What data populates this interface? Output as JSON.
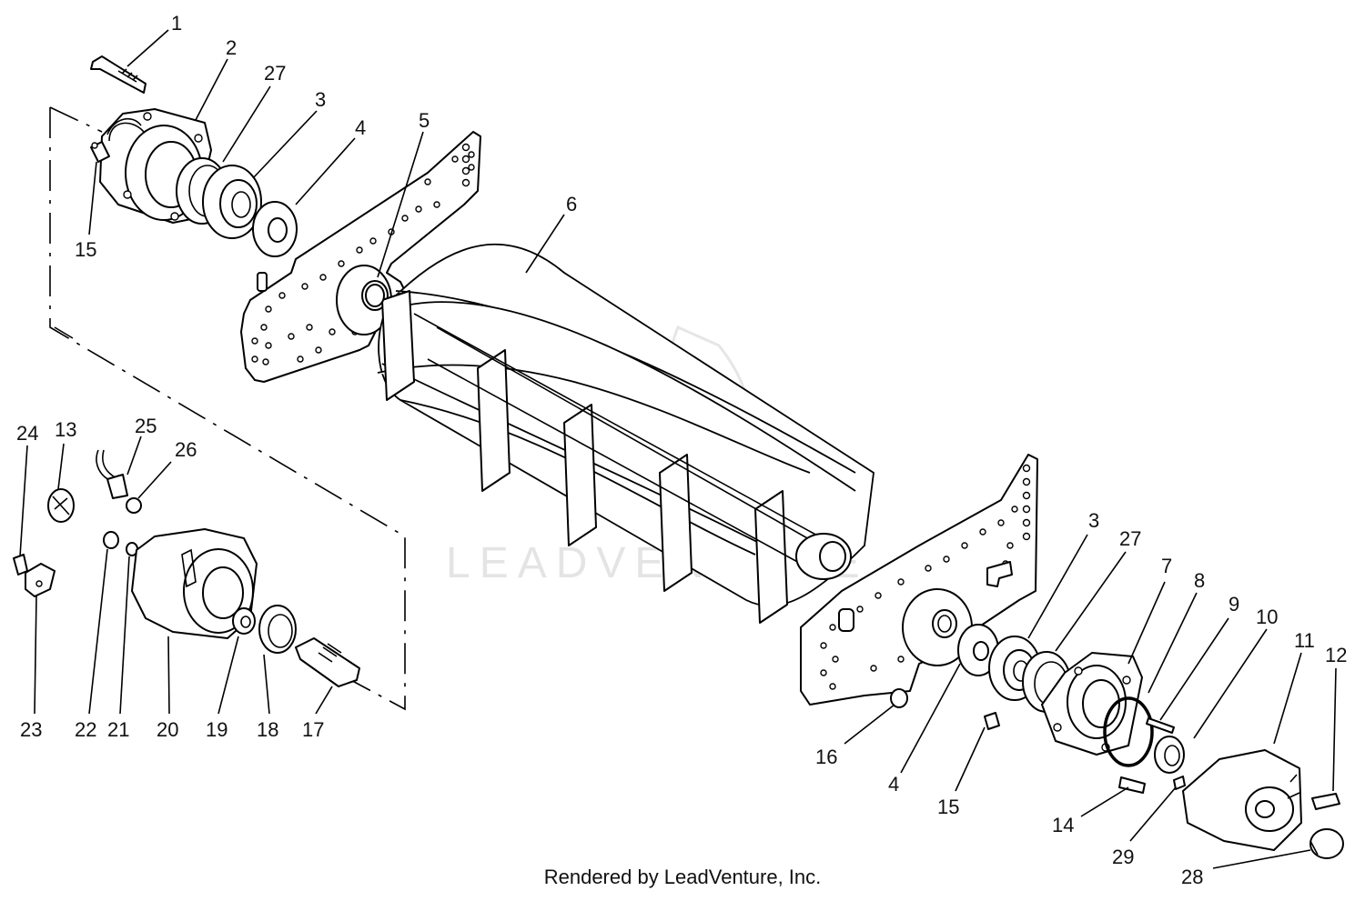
{
  "watermark": "LEADVENTURE",
  "footer": "Rendered by LeadVenture, Inc.",
  "callouts": [
    "1",
    "2",
    "27",
    "3",
    "4",
    "5",
    "6",
    "15",
    "24",
    "13",
    "25",
    "26",
    "23",
    "22",
    "21",
    "20",
    "19",
    "18",
    "17",
    "3",
    "27",
    "7",
    "8",
    "9",
    "10",
    "11",
    "12",
    "16",
    "4",
    "15",
    "14",
    "29",
    "28"
  ]
}
